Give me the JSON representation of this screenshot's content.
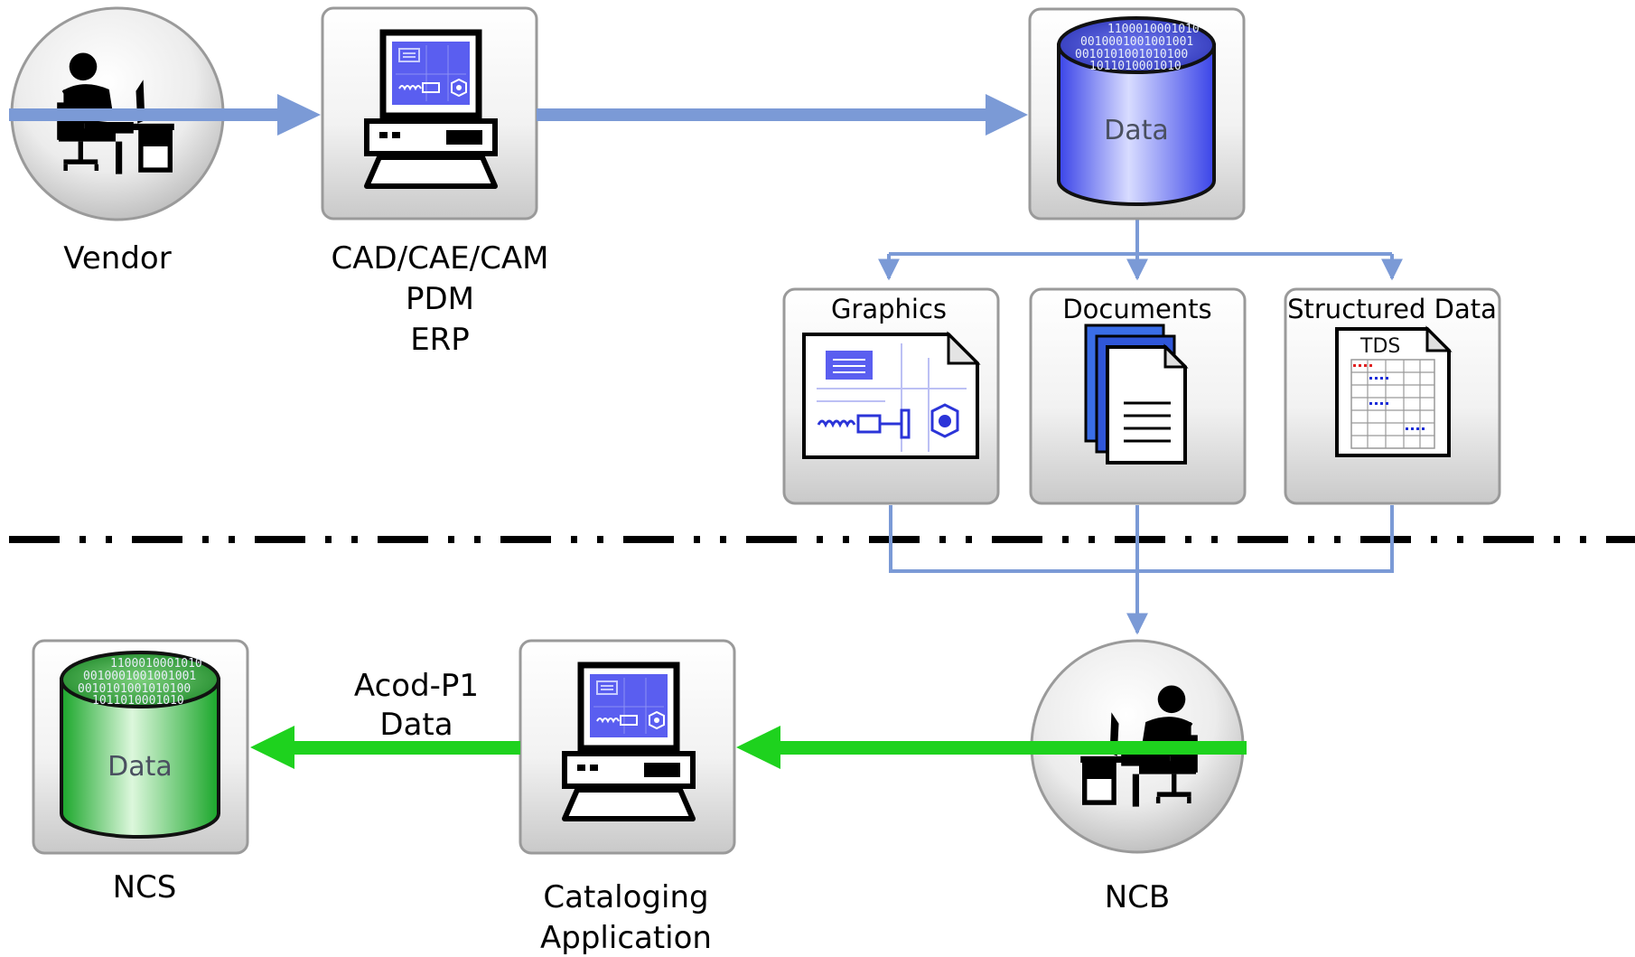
{
  "colors": {
    "blue_arrow": "#7b9ad6",
    "green_arrow": "#1ed21e",
    "connector": "#7b9ad6",
    "divider": "#000000",
    "tile_border": "#9a9a9a",
    "cylinder_blue": "#5c6cf0",
    "cylinder_green": "#3ec84a",
    "monitor_screen": "#5a5ef0"
  },
  "icons": {
    "vendor": "person-at-desk-icon",
    "cad": "computer-workstation-icon",
    "data_top": "database-cylinder-icon",
    "graphics": "drawing-document-icon",
    "documents": "document-stack-icon",
    "structured": "table-document-icon",
    "ncb": "person-at-desk-icon",
    "cataloging": "computer-workstation-icon",
    "ncs": "database-cylinder-icon"
  },
  "nodes": {
    "vendor": {
      "label": "Vendor"
    },
    "cad": {
      "label_lines": [
        "CAD/CAE/CAM",
        "PDM",
        "ERP"
      ]
    },
    "data_top": {
      "label": "Data",
      "bits": [
        "1100010001010",
        "0010001001001001",
        "0010101001010100",
        "1011010001010"
      ]
    },
    "graphics": {
      "label": "Graphics"
    },
    "documents": {
      "label": "Documents"
    },
    "structured": {
      "label": "Structured Data",
      "icon_text": "TDS"
    },
    "ncb": {
      "label": "NCB"
    },
    "cataloging": {
      "label_lines": [
        "Cataloging",
        "Application"
      ]
    },
    "ncs": {
      "label": "NCS",
      "cylinder_label": "Data",
      "bits": [
        "1100010001010",
        "0010001001001001",
        "0010101001010100",
        "1011010001010"
      ]
    }
  },
  "edges": {
    "acod": {
      "label_lines": [
        "Acod-P1",
        "Data"
      ]
    }
  }
}
